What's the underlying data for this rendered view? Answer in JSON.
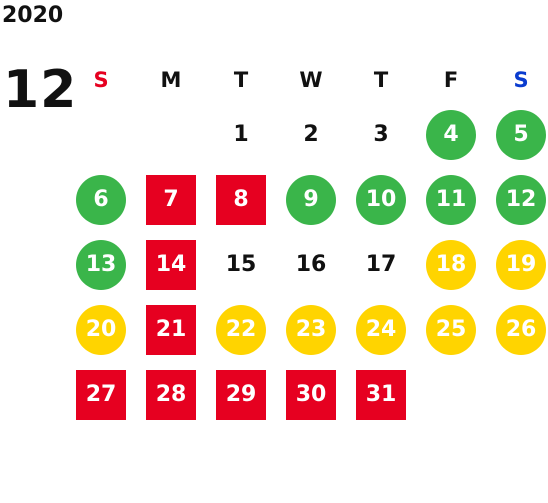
{
  "header": {
    "year": "2020",
    "month": "12"
  },
  "colors": {
    "sunday": "#e60020",
    "saturday": "#0a3ccf",
    "green": "#3ab54a",
    "yellow": "#ffd400",
    "red": "#e60020"
  },
  "weekdays": [
    "S",
    "M",
    "T",
    "W",
    "T",
    "F",
    "S"
  ],
  "first_weekday_index": 2,
  "days": [
    {
      "label": "1",
      "status": "plain"
    },
    {
      "label": "2",
      "status": "plain"
    },
    {
      "label": "3",
      "status": "plain"
    },
    {
      "label": "4",
      "status": "green"
    },
    {
      "label": "5",
      "status": "green"
    },
    {
      "label": "6",
      "status": "green"
    },
    {
      "label": "7",
      "status": "red"
    },
    {
      "label": "8",
      "status": "red"
    },
    {
      "label": "9",
      "status": "green"
    },
    {
      "label": "10",
      "status": "green"
    },
    {
      "label": "11",
      "status": "green"
    },
    {
      "label": "12",
      "status": "green"
    },
    {
      "label": "13",
      "status": "green"
    },
    {
      "label": "14",
      "status": "red"
    },
    {
      "label": "15",
      "status": "plain"
    },
    {
      "label": "16",
      "status": "plain"
    },
    {
      "label": "17",
      "status": "plain"
    },
    {
      "label": "18",
      "status": "yellow"
    },
    {
      "label": "19",
      "status": "yellow"
    },
    {
      "label": "20",
      "status": "yellow"
    },
    {
      "label": "21",
      "status": "red"
    },
    {
      "label": "22",
      "status": "yellow"
    },
    {
      "label": "23",
      "status": "yellow"
    },
    {
      "label": "24",
      "status": "yellow"
    },
    {
      "label": "25",
      "status": "yellow"
    },
    {
      "label": "26",
      "status": "yellow"
    },
    {
      "label": "27",
      "status": "red"
    },
    {
      "label": "28",
      "status": "red"
    },
    {
      "label": "29",
      "status": "red"
    },
    {
      "label": "30",
      "status": "red"
    },
    {
      "label": "31",
      "status": "red"
    }
  ]
}
